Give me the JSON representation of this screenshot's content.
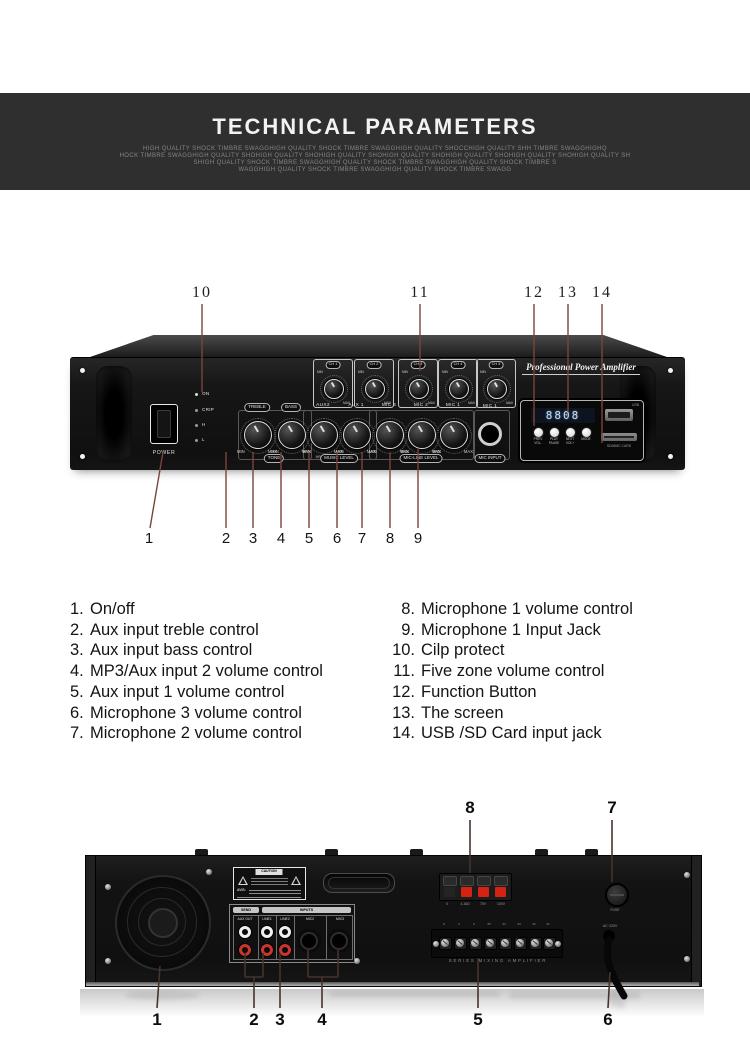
{
  "banner": {
    "title": "TECHNICAL PARAMETERS",
    "subtext_lines": [
      "HIGH QUALITY SHOCK TIMBRE SWAGGHIGH QUALITY SHOCK TIMBRE SWAGGHIGH QUALITY SHOCCHIGH QUALITY SHH TIMBRE SWAGGHIGHQ",
      "HOCK TIMBRE SWAGGHIGH QUALITY SHOHIGH QUALITY SHOHIGH QUALITY SHOHIGH QUALITY SHOHIGH QUALITY SHOHIGH QUALITY SHOHIGH QUALITY SH",
      "SHIGH QUALITY SHOCK TIMBRE SWAGGHIGH QUALITY SHOCK TIMBRE SWAGGHIGH QUALITY SHOCK TIMBRE S",
      "WAGGHIGH QUALITY SHOCK TIMBRE SWAGGHIGH QUALITY SHOCK TIMBRE SWAGG"
    ]
  },
  "front_panel": {
    "brand": "Professional Power Amplifier",
    "power_label": "POWER",
    "led_labels": [
      "ON",
      "CRIP",
      "H",
      "L"
    ],
    "channel_labels": [
      "CH 1",
      "CH 2",
      "CH 3",
      "CH 4",
      "CH 5"
    ],
    "min_label": "MIN",
    "max_label": "MAX",
    "knob_labels": [
      "TREBLE",
      "BASS",
      "AUX2",
      "AUX 1",
      "MIC 3",
      "MIC 2",
      "MIC 1"
    ],
    "mp3_vol_label": "MP3/VOL",
    "group_labels": {
      "tone": "TONE",
      "music": "MUSIC LEVEL",
      "mic_line": "MIC-LINE LEVEL",
      "mic_input": "MIC INPUT"
    },
    "mic_jack_label": "MIC 1",
    "player": {
      "display": "8808",
      "usb_label": "USB",
      "sd_label": "SD/MMC CARD",
      "buttons": [
        "PREV VOL-",
        "PLAY PAUSE",
        "NEXT VOL+",
        "MODE"
      ]
    },
    "callouts_top": [
      "10",
      "11",
      "12",
      "13",
      "14"
    ],
    "callouts_bottom": [
      "1",
      "2",
      "3",
      "4",
      "5",
      "6",
      "7",
      "8",
      "9"
    ]
  },
  "parts_list": {
    "left": [
      {
        "num": "1.",
        "text": "On/off"
      },
      {
        "num": "2.",
        "text": "Aux input treble control"
      },
      {
        "num": "3.",
        "text": "Aux input bass control"
      },
      {
        "num": "4.",
        "text": "MP3/Aux input 2 volume control"
      },
      {
        "num": "5.",
        "text": "Aux input 1 volume control"
      },
      {
        "num": "6.",
        "text": "Microphone 3 volume control"
      },
      {
        "num": "7.",
        "text": "Microphone 2 volume control"
      }
    ],
    "right": [
      {
        "num": "8.",
        "text": "Microphone 1 volume control"
      },
      {
        "num": "9.",
        "text": "Microphone 1 Input Jack"
      },
      {
        "num": "10.",
        "text": "Cilp protect"
      },
      {
        "num": "11.",
        "text": "Five zone volume control"
      },
      {
        "num": "12.",
        "text": "Function Button"
      },
      {
        "num": "13.",
        "text": "The screen"
      },
      {
        "num": "14.",
        "text": "USB /SD Card input jack"
      }
    ]
  },
  "rear_panel": {
    "caution_label": "CAUTION",
    "avis_label": "AVIS:",
    "speaker_terminal_labels": [
      "0",
      "4-16Ω",
      "70V",
      "100V"
    ],
    "fuse_label": "FUSE",
    "send_label": "SEND",
    "inputs_label": "INPUTS",
    "jack_labels": [
      "AUX OUT",
      "LINE1",
      "LINE2",
      "MIC2",
      "MIC3"
    ],
    "zone_terminal_labels": [
      "G",
      "0",
      "C",
      "Z5",
      "Z4",
      "Z3",
      "Z2",
      "Z1"
    ],
    "series_label": "SERIES MIXING AMPLIFIER",
    "ac_label": "AC~220V",
    "callouts_top": [
      "8",
      "7"
    ],
    "callouts_bottom": [
      "1",
      "2",
      "3",
      "4",
      "5",
      "6"
    ]
  },
  "colors": {
    "banner_bg": "#2f2f2f",
    "callout_line_front": "#7a4538",
    "callout_line_rear": "#45332c",
    "accent_red": "#d42310"
  }
}
